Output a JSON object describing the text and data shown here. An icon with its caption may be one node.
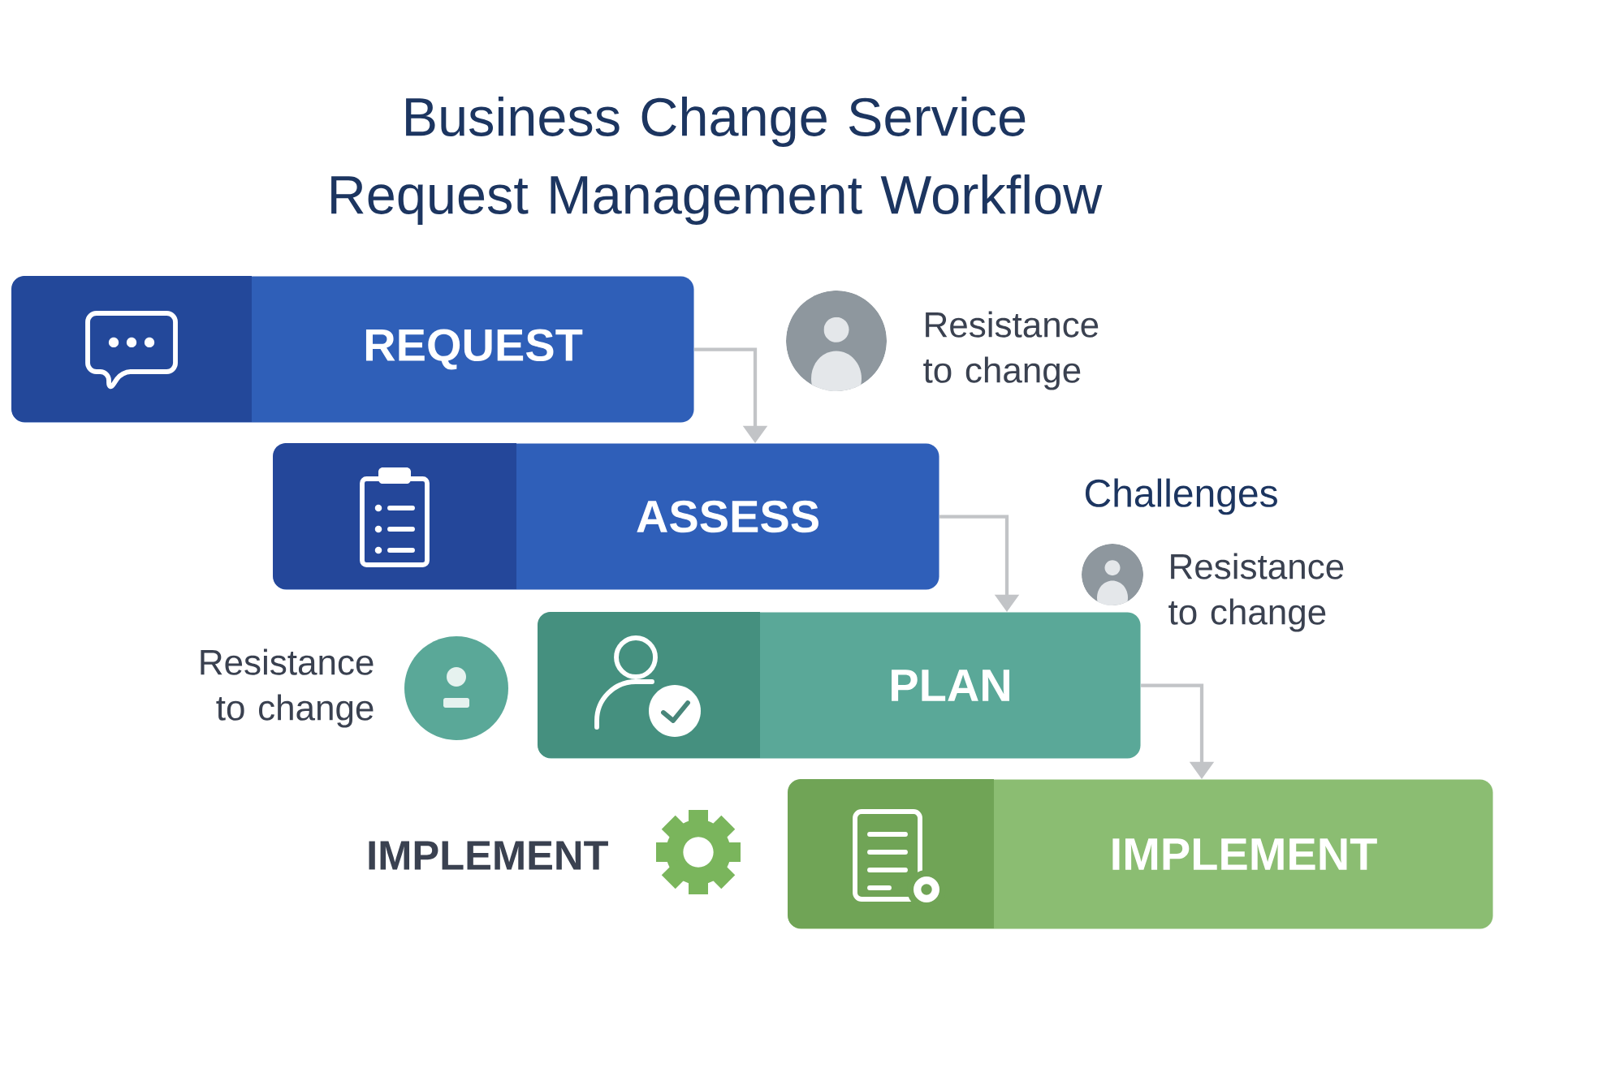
{
  "diagram": {
    "title": "Business Change Service Request Management Workflow",
    "nodes": [
      {
        "text": [
          "REQUEST"
        ]
      },
      {
        "text": [
          "ASSESS"
        ]
      },
      {
        "text": [
          "PLAN"
        ]
      },
      {
        "text": [
          "IMPLEMENT"
        ]
      }
    ],
    "edges": [
      {
        "from": 0,
        "to": 1,
        "arrow": "to"
      },
      {
        "from": 1,
        "to": 2,
        "arrow": "to"
      },
      {
        "from": 2,
        "to": 3,
        "arrow": "to"
      }
    ],
    "labels": [
      "Resistance to change",
      "Challenges",
      "Resistance to change",
      "Resistance to change",
      "IMPLEMENT"
    ]
  }
}
